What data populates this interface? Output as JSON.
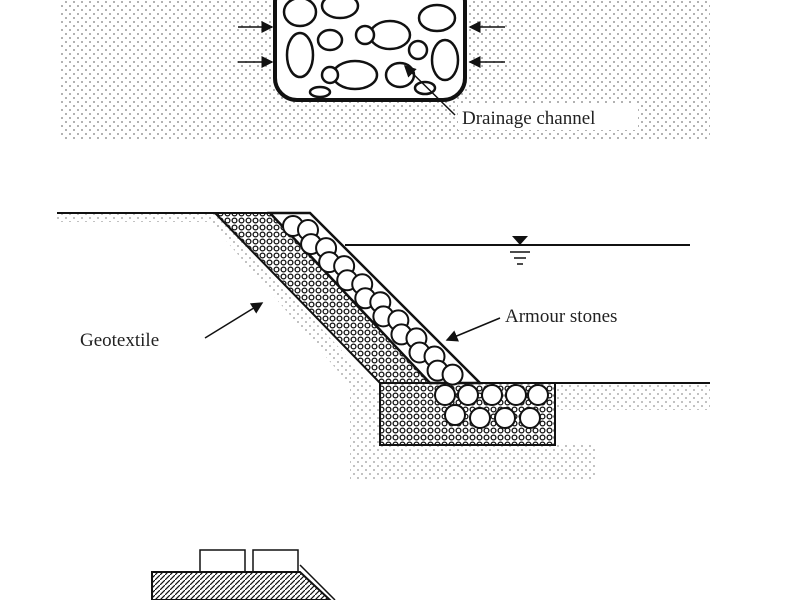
{
  "labels": {
    "drainage_channel": "Drainage channel",
    "armour_stones": "Armour stones",
    "geotextile": "Geotextile"
  },
  "colors": {
    "ink": "#1a1a1a",
    "soil_dots": "#9a9a9a",
    "background": "#ffffff"
  }
}
